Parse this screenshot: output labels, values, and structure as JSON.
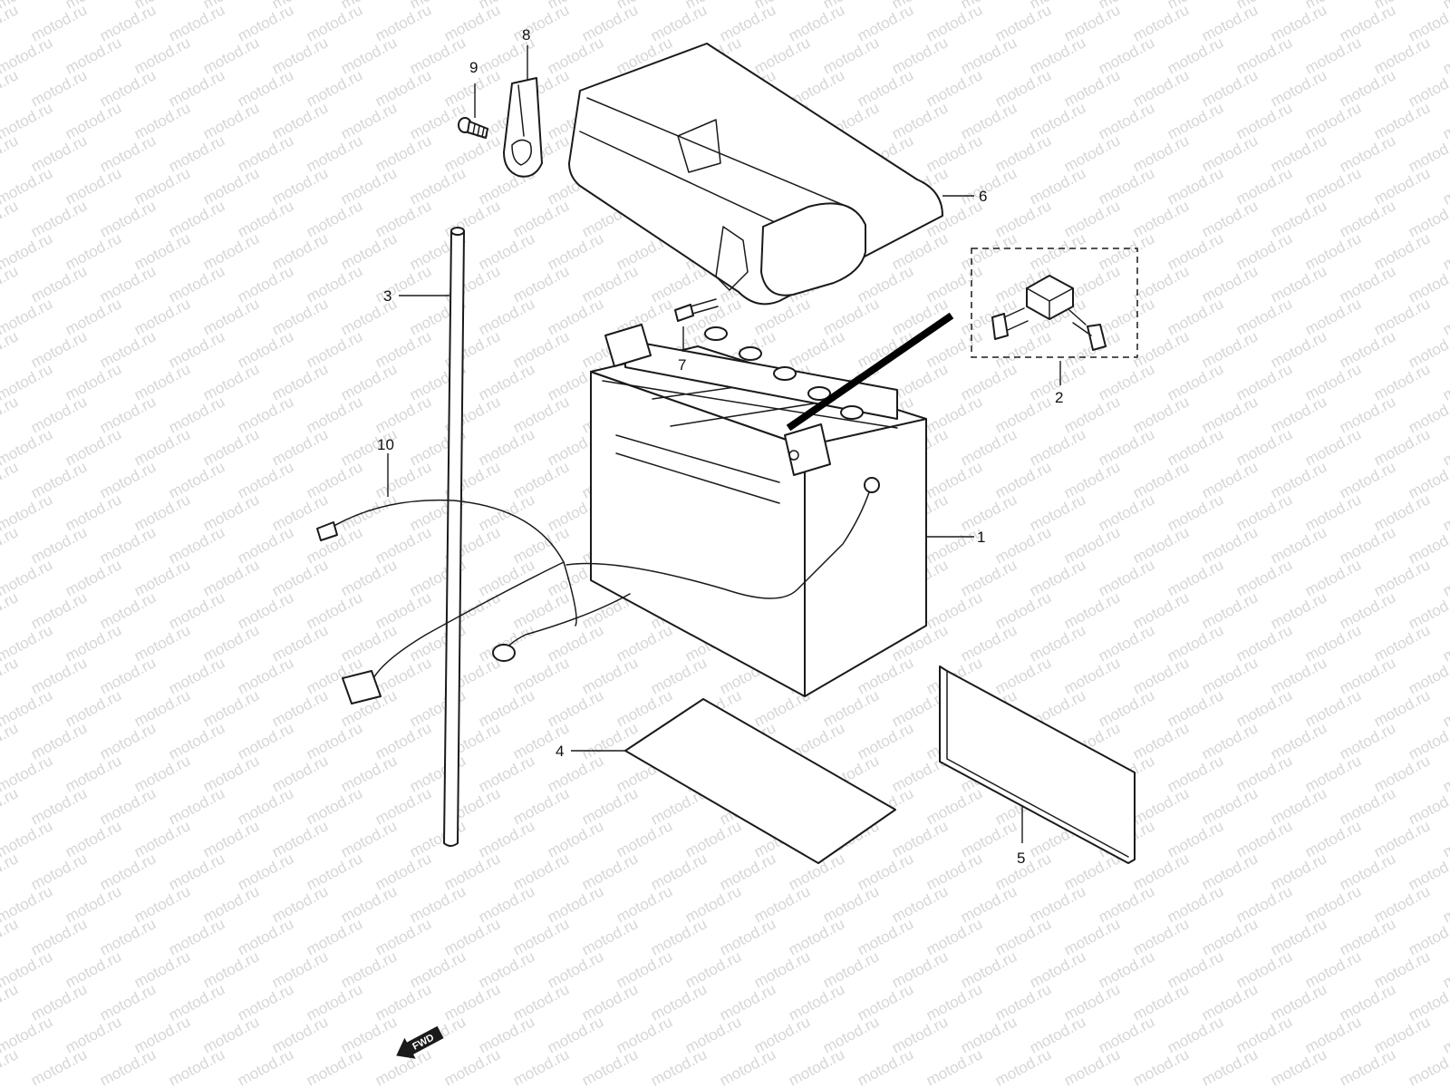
{
  "watermark": "motod.ru",
  "fwd_label": "FWD",
  "callouts": {
    "battery": "1",
    "terminal_kit": "2",
    "breather_hose": "3",
    "caution_label": "4",
    "warning_label": "5",
    "battery_cover": "6",
    "bolt": "7",
    "clamp": "8",
    "screw": "9",
    "lead_wire": "10"
  }
}
